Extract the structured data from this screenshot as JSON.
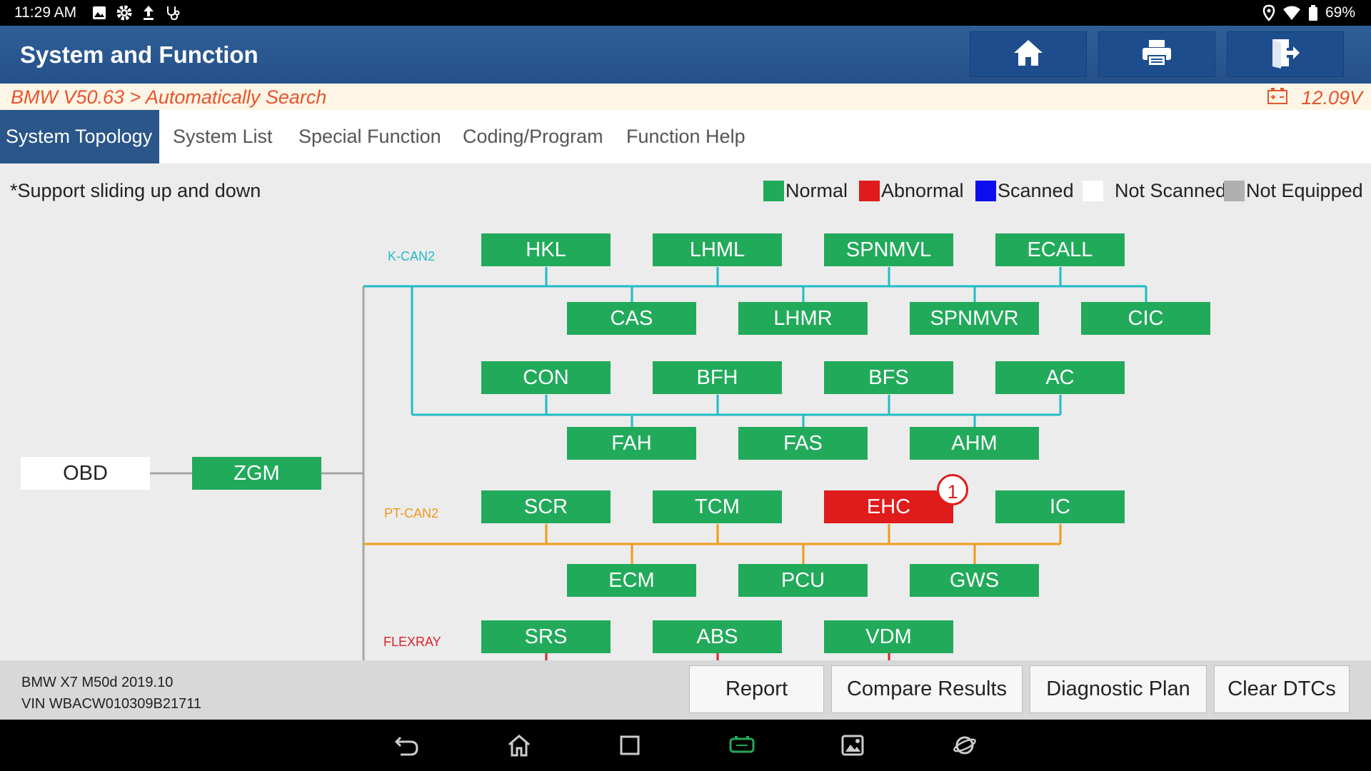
{
  "status_bar": {
    "time": "11:29 AM",
    "battery": "69%"
  },
  "header": {
    "title": "System and Function"
  },
  "breadcrumb": {
    "path": "BMW V50.63 > Automatically Search",
    "voltage": "12.09V"
  },
  "tabs": [
    {
      "label": "System Topology",
      "active": true
    },
    {
      "label": "System List"
    },
    {
      "label": "Special Function"
    },
    {
      "label": "Coding/Program"
    },
    {
      "label": "Function Help"
    }
  ],
  "hint": "*Support sliding up and down",
  "legend": [
    {
      "label": "Normal",
      "color": "#22aa5b"
    },
    {
      "label": "Abnormal",
      "color": "#e01b1b"
    },
    {
      "label": "Scanned",
      "color": "#0d0dee"
    },
    {
      "label": "Not Scanned",
      "color": "#ffffff"
    },
    {
      "label": "Not Equipped",
      "color": "#b0b0b0"
    }
  ],
  "topology": {
    "root": "OBD",
    "gateway": "ZGM",
    "buses": [
      {
        "name": "K-CAN2",
        "color": "#1fbcc6"
      },
      {
        "name": "PT-CAN2",
        "color": "#f09a1a"
      },
      {
        "name": "FLEXRAY",
        "color": "#d8242a"
      }
    ],
    "modules": {
      "HKL": "Normal",
      "LHML": "Normal",
      "SPNMVL": "Normal",
      "ECALL": "Normal",
      "CAS": "Normal",
      "LHMR": "Normal",
      "SPNMVR": "Normal",
      "CIC": "Normal",
      "CON": "Normal",
      "BFH": "Normal",
      "BFS": "Normal",
      "AC": "Normal",
      "FAH": "Normal",
      "FAS": "Normal",
      "AHM": "Normal",
      "SCR": "Normal",
      "TCM": "Normal",
      "EHC": "Abnormal",
      "IC": "Normal",
      "ECM": "Normal",
      "PCU": "Normal",
      "GWS": "Normal",
      "SRS": "Normal",
      "ABS": "Normal",
      "VDM": "Normal"
    },
    "ehc_dtc_count": "1"
  },
  "vehicle": {
    "model": "BMW X7 M50d 2019.10",
    "vin": "VIN WBACW010309B21711"
  },
  "actions": {
    "report": "Report",
    "compare": "Compare Results",
    "plan": "Diagnostic Plan",
    "clear": "Clear DTCs"
  }
}
